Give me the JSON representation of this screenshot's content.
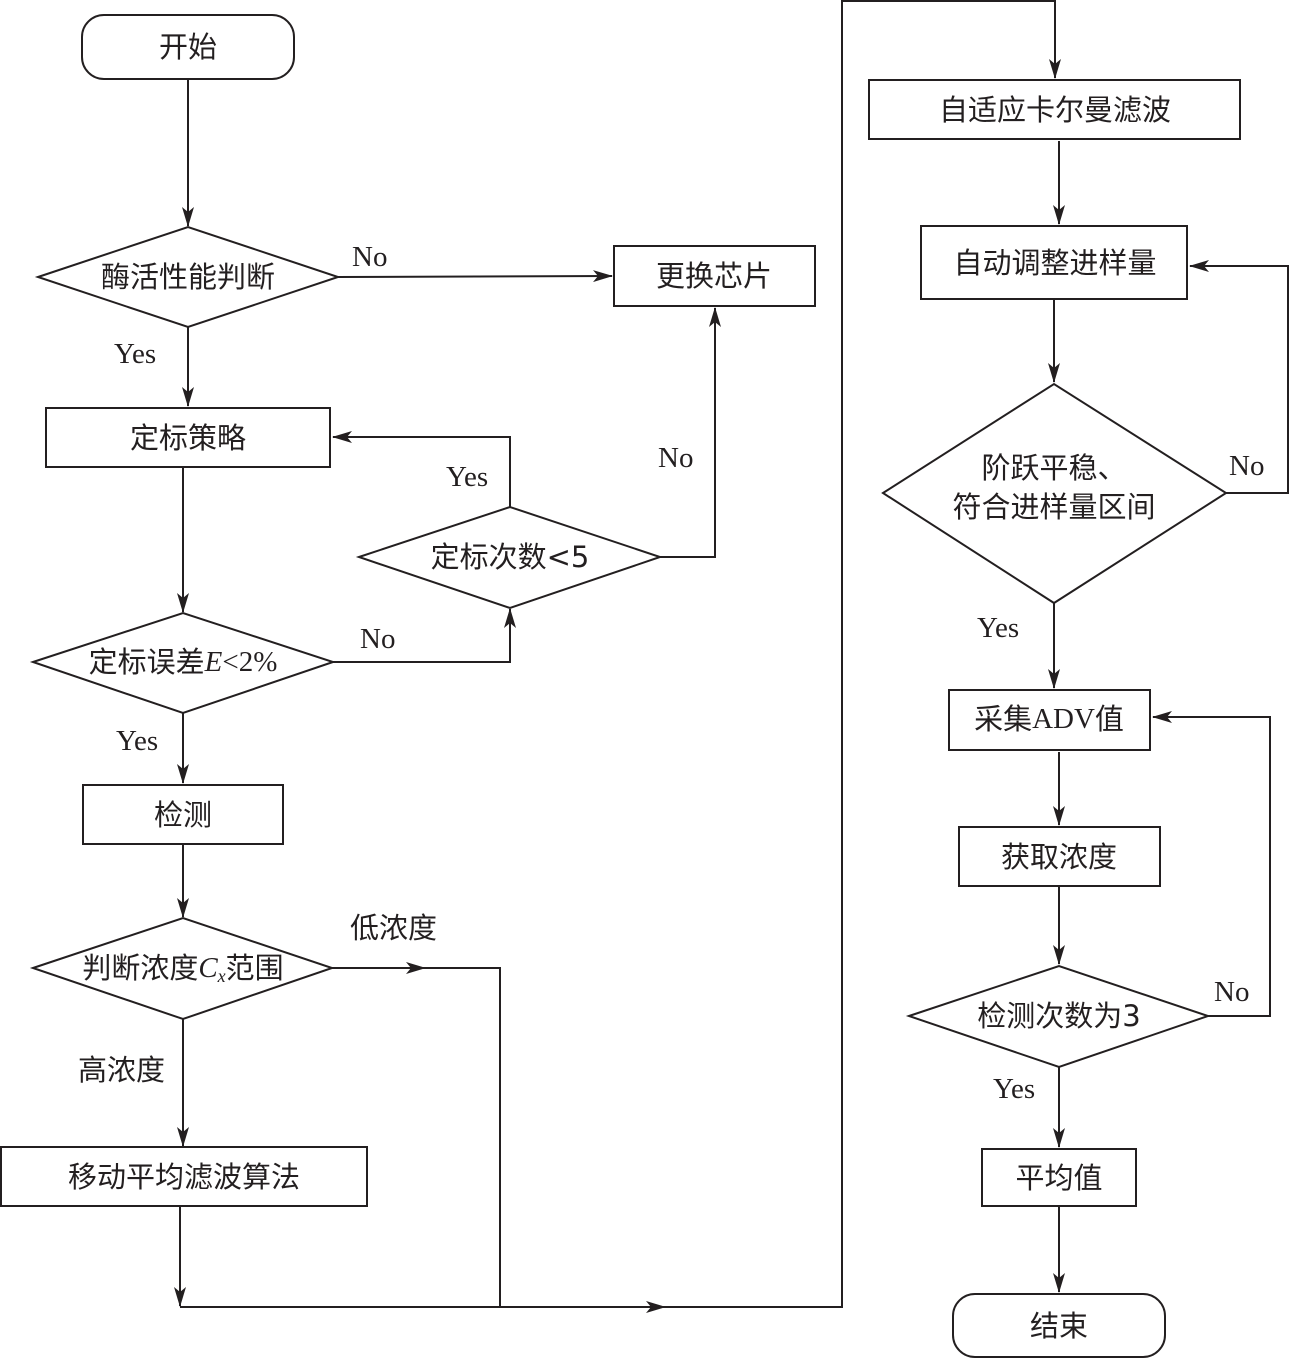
{
  "diagram": {
    "type": "flowchart",
    "nodes": {
      "start": {
        "shape": "terminal",
        "label": "开始"
      },
      "enzyme_check": {
        "shape": "decision",
        "label": "酶活性能判断"
      },
      "replace_chip": {
        "shape": "process",
        "label": "更换芯片"
      },
      "calibration_strategy": {
        "shape": "process",
        "label": "定标策略"
      },
      "calibration_count": {
        "shape": "decision",
        "label": "定标次数<5"
      },
      "calibration_error": {
        "shape": "decision",
        "label_prefix": "定标误差",
        "label_var": "E",
        "label_suffix": "<2%"
      },
      "detect": {
        "shape": "process",
        "label": "检测"
      },
      "judge_concentration": {
        "shape": "decision",
        "label_prefix": "判断浓度",
        "label_var": "C",
        "label_sub": "x",
        "label_suffix": "范围"
      },
      "moving_average": {
        "shape": "process",
        "label": "移动平均滤波算法"
      },
      "kalman": {
        "shape": "process",
        "label": "自适应卡尔曼滤波"
      },
      "auto_adjust": {
        "shape": "process",
        "label": "自动调整进样量"
      },
      "step_stable": {
        "shape": "decision",
        "label_line1": "阶跃平稳、",
        "label_line2": "符合进样量区间"
      },
      "collect_adv": {
        "shape": "process",
        "label_prefix": "采集",
        "label_latin": "ADV",
        "label_suffix": "值"
      },
      "get_concentration": {
        "shape": "process",
        "label": "获取浓度"
      },
      "detect_count": {
        "shape": "decision",
        "label": "检测次数为3"
      },
      "average": {
        "shape": "process",
        "label": "平均值"
      },
      "end": {
        "shape": "terminal",
        "label": "结束"
      }
    },
    "edges": [
      {
        "from": "start",
        "to": "enzyme_check",
        "label": ""
      },
      {
        "from": "enzyme_check",
        "to": "replace_chip",
        "label": "No"
      },
      {
        "from": "enzyme_check",
        "to": "calibration_strategy",
        "label": "Yes"
      },
      {
        "from": "calibration_strategy",
        "to": "calibration_error",
        "label": ""
      },
      {
        "from": "calibration_error",
        "to": "calibration_count",
        "label": "No"
      },
      {
        "from": "calibration_count",
        "to": "calibration_strategy",
        "label": "Yes"
      },
      {
        "from": "calibration_count",
        "to": "replace_chip",
        "label": "No"
      },
      {
        "from": "calibration_error",
        "to": "detect",
        "label": "Yes"
      },
      {
        "from": "detect",
        "to": "judge_concentration",
        "label": ""
      },
      {
        "from": "judge_concentration",
        "to": "moving_average",
        "label": "高浓度"
      },
      {
        "from": "judge_concentration",
        "to": "kalman",
        "label": "低浓度"
      },
      {
        "from": "moving_average",
        "to": "kalman",
        "label": ""
      },
      {
        "from": "kalman",
        "to": "auto_adjust",
        "label": ""
      },
      {
        "from": "auto_adjust",
        "to": "step_stable",
        "label": ""
      },
      {
        "from": "step_stable",
        "to": "auto_adjust",
        "label": "No"
      },
      {
        "from": "step_stable",
        "to": "collect_adv",
        "label": "Yes"
      },
      {
        "from": "collect_adv",
        "to": "get_concentration",
        "label": ""
      },
      {
        "from": "get_concentration",
        "to": "detect_count",
        "label": ""
      },
      {
        "from": "detect_count",
        "to": "collect_adv",
        "label": "No"
      },
      {
        "from": "detect_count",
        "to": "average",
        "label": "Yes"
      },
      {
        "from": "average",
        "to": "end",
        "label": ""
      }
    ],
    "edge_labels": {
      "no": "No",
      "yes": "Yes",
      "low": "低浓度",
      "high": "高浓度"
    },
    "colors": {
      "stroke": "#231f20",
      "background": "#ffffff"
    }
  }
}
